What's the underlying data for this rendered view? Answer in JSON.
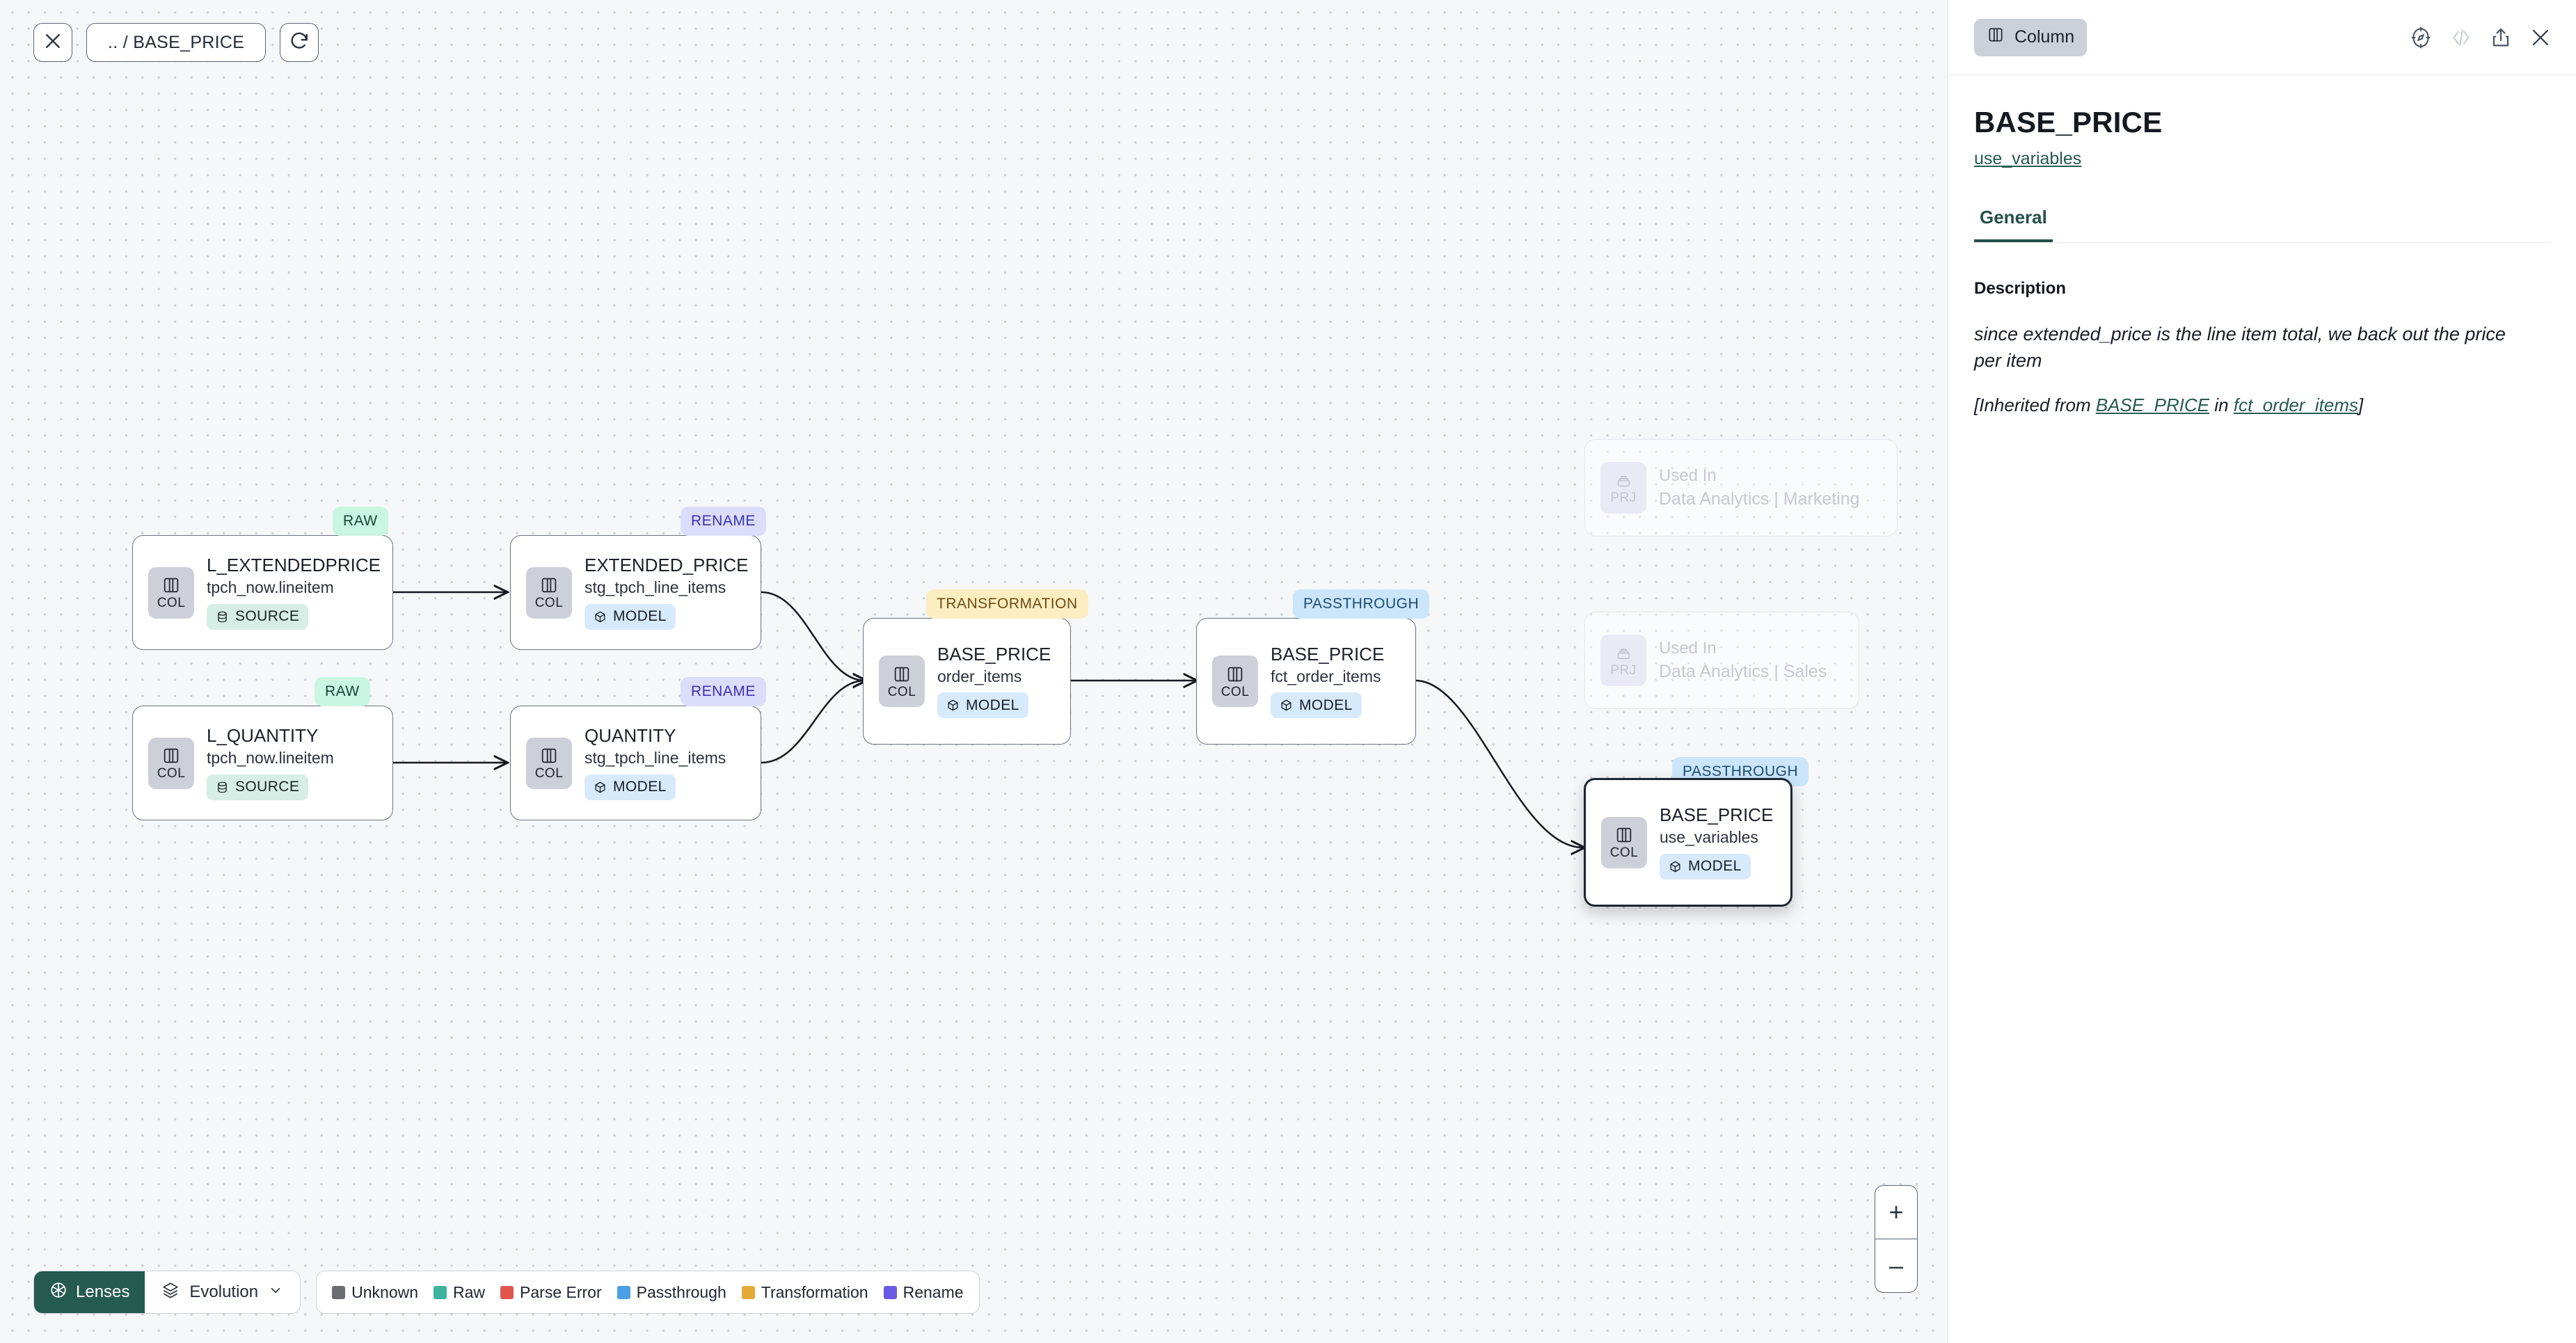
{
  "toolbar": {
    "close_icon": "close-icon",
    "breadcrumb": ".. / BASE_PRICE",
    "refresh_icon": "refresh-icon"
  },
  "graph": {
    "nodes": [
      {
        "id": "l_extendedprice",
        "icon_label": "COL",
        "title": "L_EXTENDEDPRICE",
        "subtitle": "tpch_now.lineitem",
        "chip": "SOURCE",
        "chip_kind": "source",
        "badge": "RAW",
        "badge_kind": "raw"
      },
      {
        "id": "l_quantity",
        "icon_label": "COL",
        "title": "L_QUANTITY",
        "subtitle": "tpch_now.lineitem",
        "chip": "SOURCE",
        "chip_kind": "source",
        "badge": "RAW",
        "badge_kind": "raw"
      },
      {
        "id": "extended_price",
        "icon_label": "COL",
        "title": "EXTENDED_PRICE",
        "subtitle": "stg_tpch_line_items",
        "chip": "MODEL",
        "chip_kind": "model",
        "badge": "RENAME",
        "badge_kind": "rename"
      },
      {
        "id": "quantity",
        "icon_label": "COL",
        "title": "QUANTITY",
        "subtitle": "stg_tpch_line_items",
        "chip": "MODEL",
        "chip_kind": "model",
        "badge": "RENAME",
        "badge_kind": "rename"
      },
      {
        "id": "base_price_order_items",
        "icon_label": "COL",
        "title": "BASE_PRICE",
        "subtitle": "order_items",
        "chip": "MODEL",
        "chip_kind": "model",
        "badge": "TRANSFORMATION",
        "badge_kind": "transformation"
      },
      {
        "id": "base_price_fct_order_items",
        "icon_label": "COL",
        "title": "BASE_PRICE",
        "subtitle": "fct_order_items",
        "chip": "MODEL",
        "chip_kind": "model",
        "badge": "PASSTHROUGH",
        "badge_kind": "passthrough"
      },
      {
        "id": "base_price_use_variables",
        "icon_label": "COL",
        "title": "BASE_PRICE",
        "subtitle": "use_variables",
        "chip": "MODEL",
        "chip_kind": "model",
        "badge": "PASSTHROUGH",
        "badge_kind": "passthrough",
        "selected": true
      }
    ],
    "ghost_nodes": [
      {
        "id": "used_in_marketing",
        "icon_label": "PRJ",
        "title": "Used In",
        "subtitle": "Data Analytics | Marketing"
      },
      {
        "id": "used_in_sales",
        "icon_label": "PRJ",
        "title": "Used In",
        "subtitle": "Data Analytics | Sales"
      }
    ]
  },
  "zoom_controls": {
    "zoom_in": "+",
    "zoom_out": "–"
  },
  "bottombar": {
    "lenses_label": "Lenses",
    "evolution_label": "Evolution",
    "legend": [
      {
        "label": "Unknown",
        "color": "#6b6d70"
      },
      {
        "label": "Raw",
        "color": "#3eb49c"
      },
      {
        "label": "Parse Error",
        "color": "#e0564c"
      },
      {
        "label": "Passthrough",
        "color": "#4a9fe5"
      },
      {
        "label": "Transformation",
        "color": "#e5a93a"
      },
      {
        "label": "Rename",
        "color": "#6a5ae3"
      }
    ]
  },
  "panel": {
    "kind_label": "Column",
    "actions": [
      "compass-icon",
      "code-icon",
      "share-icon",
      "close-icon"
    ],
    "title": "BASE_PRICE",
    "link": "use_variables",
    "tabs": [
      {
        "label": "General",
        "active": true
      }
    ],
    "description_label": "Description",
    "description": "since extended_price is the line item total, we back out the price per item",
    "inherited_prefix": "[Inherited from ",
    "inherited_link_1": "BASE_PRICE",
    "inherited_mid": " in ",
    "inherited_link_2": "fct_order_items",
    "inherited_suffix": "]"
  }
}
